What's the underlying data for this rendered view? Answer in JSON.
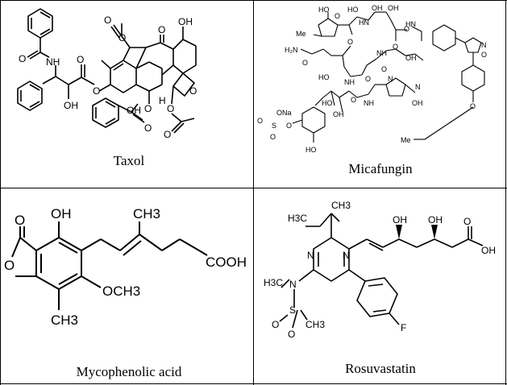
{
  "cells": [
    {
      "caption": "Taxol",
      "labels": {
        "nh": "NH",
        "o1": "O",
        "o2": "O",
        "oh1": "OH",
        "o3": "O",
        "o4": "O",
        "o5": "O",
        "oh2": "OH",
        "o6": "O",
        "o7": "O",
        "oh3": "OH",
        "h1": "H",
        "o8": "O",
        "o9": "O",
        "o10": "O",
        "o11": "O"
      }
    },
    {
      "caption": "Micafungin",
      "labels": {
        "ho1": "HO",
        "oh1": "OH",
        "oh2": "OH",
        "ho2": "HO",
        "me": "Me",
        "o1": "O",
        "o2": "O",
        "hn1": "HN",
        "hn2": "HN",
        "o3": "O",
        "o4": "O",
        "h2n": "H₂N",
        "o5": "O",
        "nh1": "NH",
        "nh2": "NH",
        "oh3": "OH",
        "ho3": "HO",
        "n1": "N",
        "o6": "O",
        "o7": "O",
        "ona": "ONa",
        "o8": "O",
        "s": "S",
        "o9": "O",
        "o10": "O",
        "ho4": "HO",
        "oh4": "OH",
        "nh3": "NH",
        "n2": "N",
        "ho5": "HO",
        "oh5": "OH",
        "o11": "O",
        "n3": "N",
        "o12": "O",
        "o13": "O",
        "me2": "Me"
      }
    },
    {
      "caption": "Mycophenolic acid",
      "labels": {
        "oh": "OH",
        "ch3a": "CH3",
        "o1": "O",
        "o2": "O",
        "cooh": "COOH",
        "och3": "OCH3",
        "ch3b": "CH3"
      }
    },
    {
      "caption": "Rosuvastatin",
      "labels": {
        "h3c1": "H3C",
        "ch3": "CH3",
        "oh1": "OH",
        "oh2": "OH",
        "o": "O",
        "oh3": "OH",
        "n1": "N",
        "n2": "N",
        "h3c2": "H3C",
        "n3": "N",
        "o1": "O",
        "s": "S",
        "ch3b": "CH3",
        "o2": "O",
        "f": "F"
      }
    }
  ]
}
